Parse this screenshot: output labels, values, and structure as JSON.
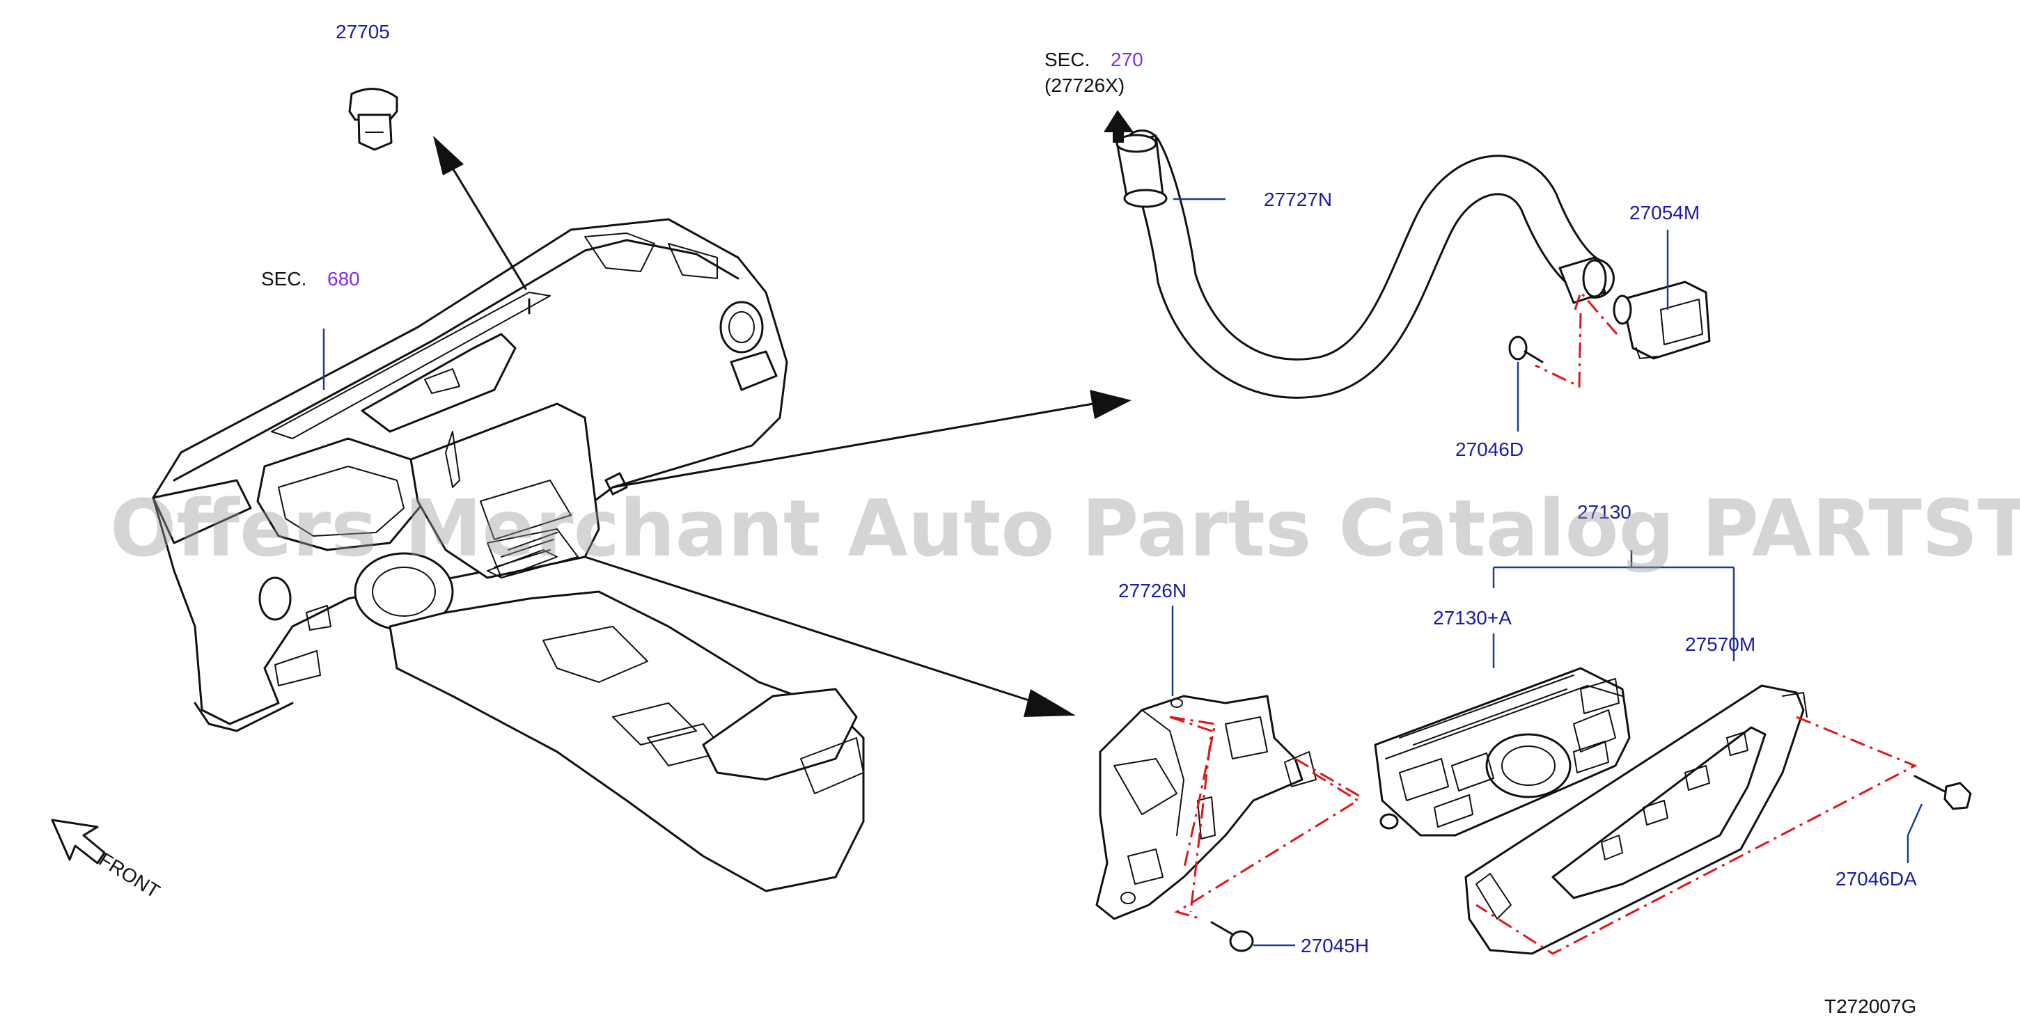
{
  "diagram_code": "T272007G",
  "watermark": "Offers Merchant Auto Parts Catalog PARTSTORE.SA",
  "sec_680": {
    "prefix": "SEC.",
    "number": "680"
  },
  "sec_270": {
    "prefix": "SEC.",
    "number": "270",
    "ref": "(27726X)"
  },
  "front_label": "FRONT",
  "parts": {
    "p27705": "27705",
    "p27727N": "27727N",
    "p27054M": "27054M",
    "p27046D": "27046D",
    "p27130": "27130",
    "p27726N": "27726N",
    "p27130A": "27130+A",
    "p27570M": "27570M",
    "p27046DA": "27046DA",
    "p27045H": "27045H"
  },
  "colors": {
    "part_label": "#1a1aa6",
    "section_number": "#8a2be2",
    "dash_line": "#e0151b",
    "leader": "#1a3f8a"
  }
}
